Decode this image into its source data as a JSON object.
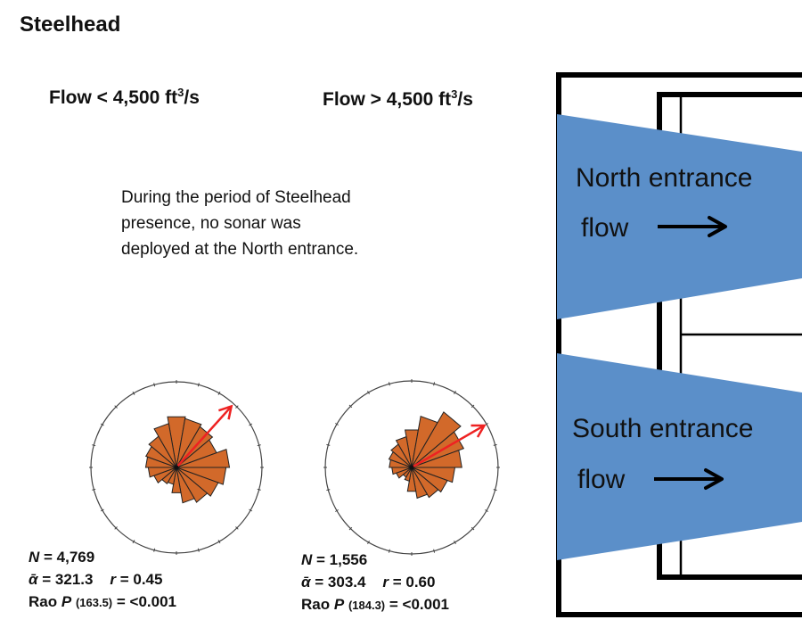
{
  "title": "Steelhead",
  "conditions": [
    {
      "prefix": "Flow < 4,500 ft",
      "sup": "3",
      "suffix": "/s"
    },
    {
      "prefix": "Flow > 4,500 ft",
      "sup": "3",
      "suffix": "/s"
    }
  ],
  "note": {
    "lines": [
      "During the period of Steelhead",
      "presence, no sonar was",
      "deployed at the North entrance."
    ]
  },
  "diagram": {
    "north_label_line1": "North entrance",
    "north_label_line2": "flow",
    "south_label_line1": "South entrance",
    "south_label_line2": "flow",
    "flow_color": "#5b8fc9"
  },
  "chart_data": [
    {
      "type": "rose",
      "title": "Flow < 4,500 ft3/s",
      "n_label": "N",
      "n": "4,769",
      "mean_label": "ᾱ",
      "mean_direction": "321.3",
      "r_label": "r",
      "r": "0.45",
      "rao_label": "Rao",
      "rao_p_label": "P",
      "rao_stat": "(163.5)",
      "rao_p": "= <0.001",
      "bin_width_deg": 20,
      "bins_deg": [
        0,
        20,
        40,
        60,
        80,
        100,
        120,
        140,
        160,
        180,
        200,
        220,
        240,
        260,
        280,
        300,
        320,
        340
      ],
      "relative_lengths": [
        0.6,
        0.58,
        0.55,
        0.5,
        0.62,
        0.58,
        0.52,
        0.47,
        0.42,
        0.3,
        0.2,
        0.22,
        0.28,
        0.33,
        0.36,
        0.38,
        0.42,
        0.52
      ],
      "arrow_direction_deg": 42,
      "arrow_relative_length": 0.96,
      "petal_color": "#d2692a",
      "arrow_color": "#ee2222"
    },
    {
      "type": "rose",
      "title": "Flow > 4,500 ft3/s",
      "n_label": "N",
      "n": "1,556",
      "mean_label": "ᾱ",
      "mean_direction": "303.4",
      "r_label": "r",
      "r": "0.60",
      "rao_label": "Rao",
      "rao_p_label": "P",
      "rao_stat": "(184.3)",
      "rao_p": "= <0.001",
      "bin_width_deg": 20,
      "bins_deg": [
        0,
        20,
        40,
        60,
        80,
        100,
        120,
        140,
        160,
        180,
        200,
        220,
        240,
        260,
        280,
        300,
        320,
        340
      ],
      "relative_lengths": [
        0.44,
        0.6,
        0.74,
        0.64,
        0.58,
        0.5,
        0.44,
        0.4,
        0.36,
        0.28,
        0.16,
        0.13,
        0.19,
        0.23,
        0.26,
        0.28,
        0.31,
        0.36
      ],
      "arrow_direction_deg": 60,
      "arrow_relative_length": 0.97,
      "petal_color": "#d2692a",
      "arrow_color": "#ee2222"
    }
  ]
}
